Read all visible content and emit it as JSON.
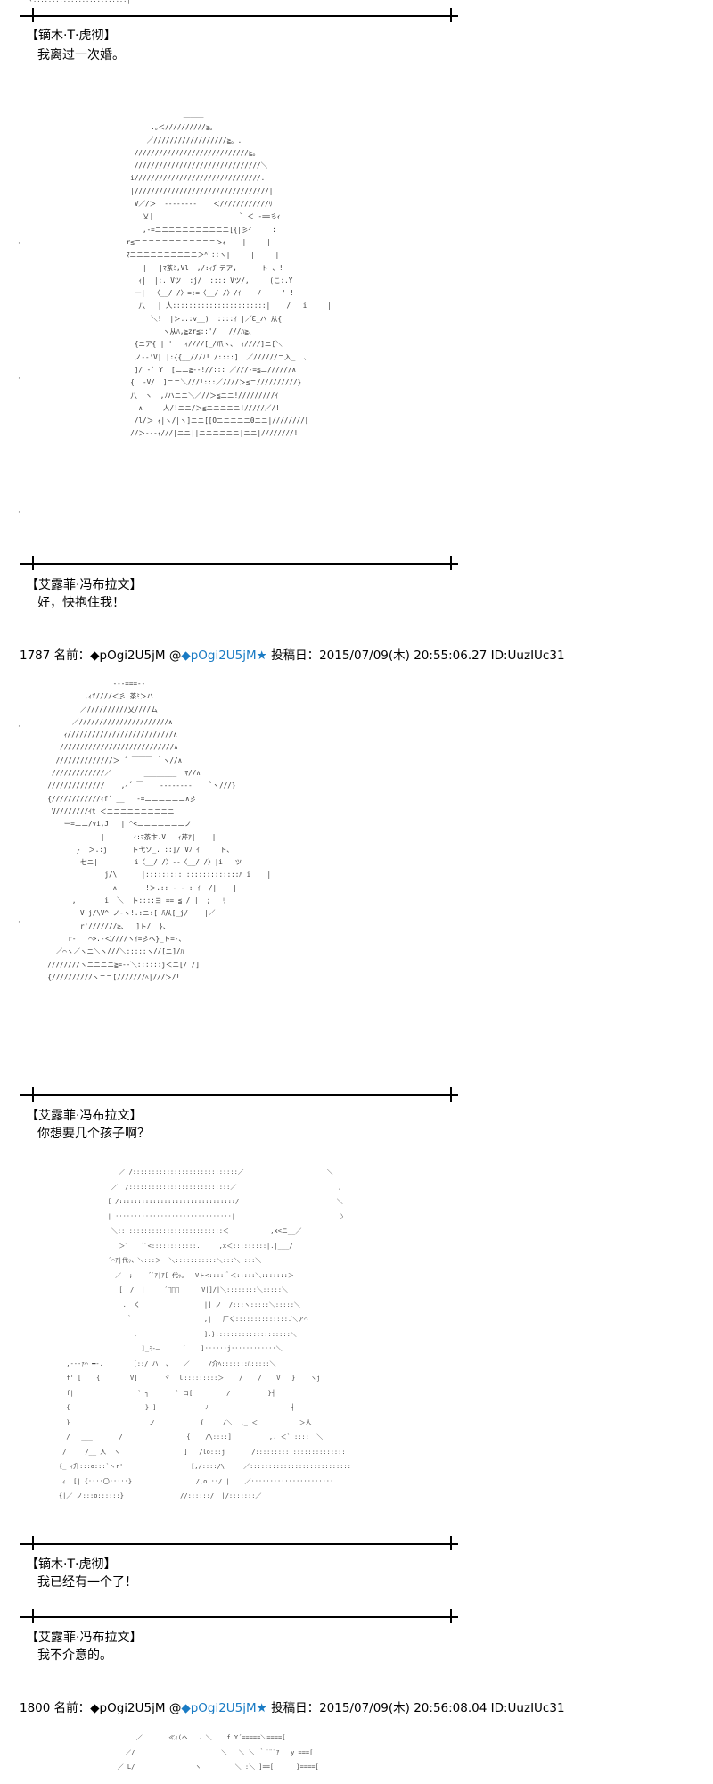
{
  "blocks": [
    {
      "speaker": "【镝木·T·虎彻】",
      "line": "我离过一次婚。"
    },
    {
      "speaker": "【艾露菲·冯布拉文】",
      "line": "好，快抱住我！"
    },
    {
      "speaker": "【艾露菲·冯布拉文】",
      "line": "你想要几个孩子啊？"
    },
    {
      "speaker": "【镝木·T·虎彻】",
      "line": "我已经有一个了！"
    },
    {
      "speaker": "【艾露菲·冯布拉文】",
      "line": "我不介意的。"
    }
  ],
  "posts": [
    {
      "number": "1787",
      "name_label": "名前：",
      "name": "◆pOgi2U5jM",
      "at": "@",
      "trip": "◆pOgi2U5jM",
      "star": "★",
      "date_label": "投稿日：",
      "date": "2015/07/09(木) 20:55:06.27",
      "id": "ID:UuzIUc31"
    },
    {
      "number": "1800",
      "name_label": "名前：",
      "name": "◆pOgi2U5jM",
      "at": "@",
      "trip": "◆pOgi2U5jM",
      "star": "★",
      "date_label": "投稿日：",
      "date": "2015/07/09(木) 20:56:08.04",
      "id": "ID:UuzIUc31"
    }
  ],
  "art": {
    "top_fragment": "ヽ.........................| ´",
    "art1": "                        ＿＿＿\n                .｡＜//////////≧。\n               ／//////////////////≧。.\n            ////////////////////////////≧。\n            ///////////////////////////////＼\n           i///////////////////////////////.\n           |/////////////////////////////////|\n            V／/＞  --------    ＜////////////ﾘ\n              乂|                     ` ＜ -==彡ｨ\n              ,-=ニニニニニニニニニニニ[{|彡ｲ     :\n          r≦ニニニニニニニニニニニニ＞ｨ    |     |\n          ﾏニニニニニニニニニニ＞^ﾞ::ヽ|     |     |\n              |   |ﾏ茶ﾐ,Vl  ,/:ｨ升テア,      ト 、!\n             ｨ|  |:. Vツ  :j/  :::: Vツ/,     (こ:.Y\n            一|  〈__/ /〉=:=〈__/ /〉/ｲ    /     ' !\n             八   | 人:::::::::::::::::::::::|    /   i     |\n                ＼!  |＞..:v__)  ::::ｲ |／Ɛ_ハ 从{\n                   ヽ从ﾊ,≧zr≦::'/   ///ﾊ≧、\n            {ニア{ | '   ｨ////[_/爪ヽ、 ｨ////]ニ[＼\n            ノ--’V| |:{{__///ﾉ! /::::]  ／//////ニ入_  、\n            ]/ -` Y  [ニニ≧--!//::: ／///-=≦ニ//////∧\n           {  -V/  ]ニニ＼///!:::／////＞≦ニ//////////}\n           八  ヽ  ,ﾉハニニ＼／//＞≦ニニ!/////////ｲ\n             ∧     人/!ニニ/＞≦ニニニニニ!/////／/!\n            /l/＞ ｨ|ヽ/|ヽ]ニニ[[Oニニニニニ0ニニ|////////[\n           //＞---ｨ///|ニニ||ニニニニニニ|ニニ|////////!",
    "art2": "                      ---===--\n               ,ｨf////＜彡 茶ﾐ＞ハ\n              ／//////////乂////ム\n            ／//////////////////////∧\n          ｨ//////////////////////////∧\n         ////////////////////////////∧\n        //////////////＞ ´ ￣￣￣ ｀ヽ//∧\n       /////////////／        ________  ﾏ//∧\n      //////////////    ,ｨ´ ￣    --------    `ヽ///}\n      {////////////ｨf´ __   -=ニニニニニニ∧彡\n       V////////ｲt ＜ニニニニニニニニニニ\n          ー=ニニ/∨i,J   | ^<ニニニニニニニノ\n             |     |       ｨ:ﾏ茶卞.V   ｨ芹ｱ|    |\n             }  ＞.:j      ト弋ソ_. ::]/ Vﾉ ｲ     ト、\n             |七ニ|         i〈__/ /〉--〈__/ /〉|i   ツ\n             |      j/\\      |:::::::::::::::::::::::ﾊ i    |\n             |        ∧       !＞.:: - - : ｲ  /|    |\n            ,       i  ＼  ト::::ヨ == ≦ / |  ;   ﾘ\n              V j/\\V^ ノ-ヽ!.:ニ:[ ̄ﾊ从[_j/    |／\n              r'///////≧、  ]ト/  }、\n           r-'  ⌒>.-＜////ヽｲ=彡ヘ}_ト=-、\n        ／⌒ヽ／ヽニ＼ヽ///＼:::::ヽ//[ニ]/ﾊ\n      ////////ヽニニニニ≧=--＼::::::j＜ニ[/ /]\n      {//////////ヽニニ[///////ﾍ|///＞/!",
    "art3": "                         ／ /::::::::::::::::::::::::::::／                      ＼\n                       ／  /:::::::::::::::::::::::::::／                           ,\n                      [ /:::::::::::::::::::::::::::::::/                          ＼\n                      | :::::::::::::::::::::::::::::::|                            〉\n                       ＼::::::::::::::::::::::::::::＜           ,x<ニ__／\n                         ＞ﾞ￣￣`ﾞ<::::::::::::.     ,x＜:::::::::|.|___/\n                      ´⌒ｱ|代ｯ、＼:::＞  ＼:::::::::::＼:::＼::::＼\n                        ／  ;    ´ﾞｱ|ｱ[ 代ｯ。  Vト<::::＾＜:::::＼:::::::＞\n                         [  /  |     ´ﾞｰﾞ      V|]/|＼::::::::＼:::::＼\n                          .  く                 |] ノ  /:::ヽ:::::＼:::::＼\n                           ｀                   ,|   厂く::::::::::::::.＼ア⌒\n                             ．                 ].}::::::::::::::::::::＼\n                               ]_ﾐ-―      ´    ]::::::j::::::::::::＼\n           ,-‐-ｧ⌒ ━-.        [::/ ハ__、   ／     /介ﾍ:::::::ﾊ:::::＼\n           f' [    {        V]       ヾ  ｌ:::::::::＞    /    /    V   }    ヽj\n           f|                 ` ┐       ` コ[         /          }┤\n           {                    } ]             ﾉ                      ┤\n           }                     ノ            {     /＼  ._ ＜           ＞人\n           /   ___       /                 {    /\\::::]          ,. ＜` ::::  ＼\n          /     /__ 人  ヽ                 ]   /lo:::j       /::::::::::::::::::::::::\n         {_ ｨ升:::o:::`ヽr'                  [,/::::/\\     ／:::::::::::::::::::::::::::\n          ｨ  [| {::::〇:::::}                 /,o:::/ |    ／::::::::::::::::::::::\n         {|／ ノ:::o::::::}               //::::::/  |/:::::::／",
    "art4": "                      ／       ≪ｨ(ヘ   、＼    f Y´=====＼====[\n                   ／/                       ＼   ＼ ＼ ｀¨¨¨ｱ   y ===[\n                 ／ L/                ヽ         ＼ :＼ ]==[      }====["
  }
}
